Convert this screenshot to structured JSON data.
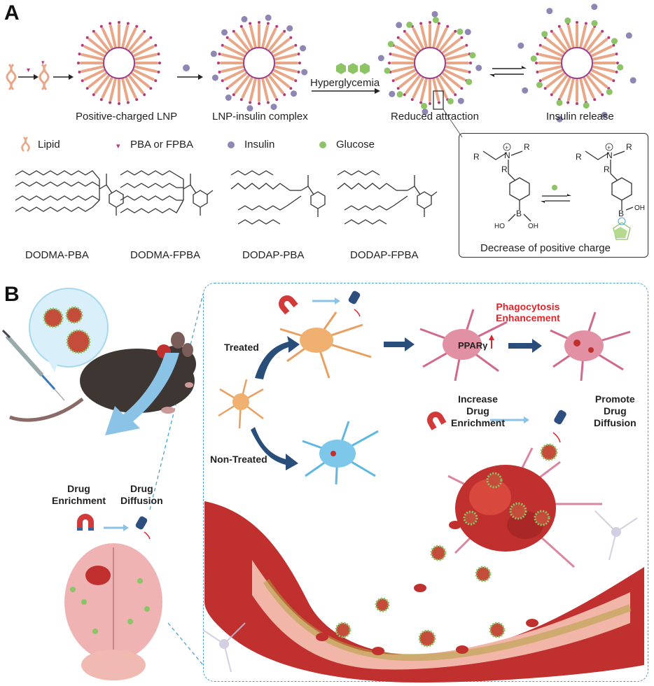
{
  "panel_a": {
    "letter": "A",
    "captions": {
      "lnp": "Positive-charged LNP",
      "complex": "LNP-insulin complex",
      "hyperglycemia": "Hyperglycemia",
      "reduced": "Reduced attraction",
      "release": "Insulin release"
    },
    "legend": {
      "lipid": "Lipid",
      "pba": "PBA or FPBA",
      "insulin": "Insulin",
      "glucose": "Glucose"
    },
    "compounds": [
      "DODMA-PBA",
      "DODMA-FPBA",
      "DODAP-PBA",
      "DODAP-FPBA"
    ],
    "chem_box": {
      "caption": "Decrease of positive charge",
      "atoms": {
        "n": "N",
        "r1": "R",
        "r2": "R",
        "r3": "R",
        "boron": "B",
        "ho": "HO",
        "oh": "OH",
        "o": "O"
      }
    }
  },
  "panel_b": {
    "letter": "B",
    "drug_enrichment": [
      "Drug",
      "Enrichment"
    ],
    "drug_diffusion": [
      "Drug",
      "Diffusion"
    ],
    "treated": "Treated",
    "non_treated": "Non-Treated",
    "phagocytosis": [
      "Phagocytosis",
      "Enhancement"
    ],
    "ppar": "PPARγ",
    "increase": [
      "Increase",
      "Drug",
      "Enrichment"
    ],
    "promote": [
      "Promote",
      "Drug",
      "Diffusion"
    ]
  },
  "colors": {
    "lipid": "#e8a888",
    "insulin": "#8e86b3",
    "glucose": "#8cc466",
    "pba": "#b23a7a",
    "accent_red": "#e0262b",
    "dashed_border": "#4aa3cf",
    "microglia_orange": "#e8a060",
    "microglia_blue": "#5fb8e0",
    "microglia_pink": "#d06a8a",
    "vessel": "#c0302e",
    "arrow_dark_blue": "#2a4e7a"
  },
  "icons": [
    "magnet-icon",
    "ultrasound-probe-icon",
    "syringe-icon",
    "mouse-icon",
    "brain-icon"
  ]
}
